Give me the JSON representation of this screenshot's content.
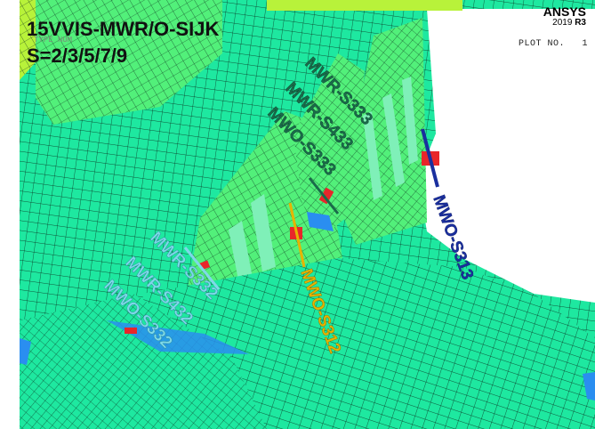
{
  "header": {
    "title_line1": "15VVIS-MWR/O-SIJK",
    "title_line2": "S=2/3/5/7/9",
    "faint_label": "TYPE NUM"
  },
  "logo": {
    "brand": "ANSYS",
    "version_year": "2019",
    "version_release": "R3"
  },
  "plot": {
    "label": "PLOT NO.",
    "number": "1"
  },
  "labels": [
    {
      "text": "MWR-S333",
      "color": "#1a6b4a"
    },
    {
      "text": "MWR-S433",
      "color": "#1a6b4a"
    },
    {
      "text": "MWO-S333",
      "color": "#1a6b4a"
    },
    {
      "text": "MWO-S313",
      "color": "#1a2f9e"
    },
    {
      "text": "MWO-S312",
      "color": "#e6b400"
    },
    {
      "text": "MWR-S332",
      "color": "#7fd8e8"
    },
    {
      "text": "MWR-S432",
      "color": "#7fd8e8"
    },
    {
      "text": "MWO-S332",
      "color": "#7fd8e8"
    }
  ],
  "colors": {
    "mesh_fill": "#1ee8a0",
    "mesh_light": "#52f07a",
    "mesh_yellowgreen": "#b8f23a",
    "mesh_lines": "#0a2a1c",
    "hotspot_red": "#e8262a",
    "hotspot_blue": "#2a8ef0"
  }
}
